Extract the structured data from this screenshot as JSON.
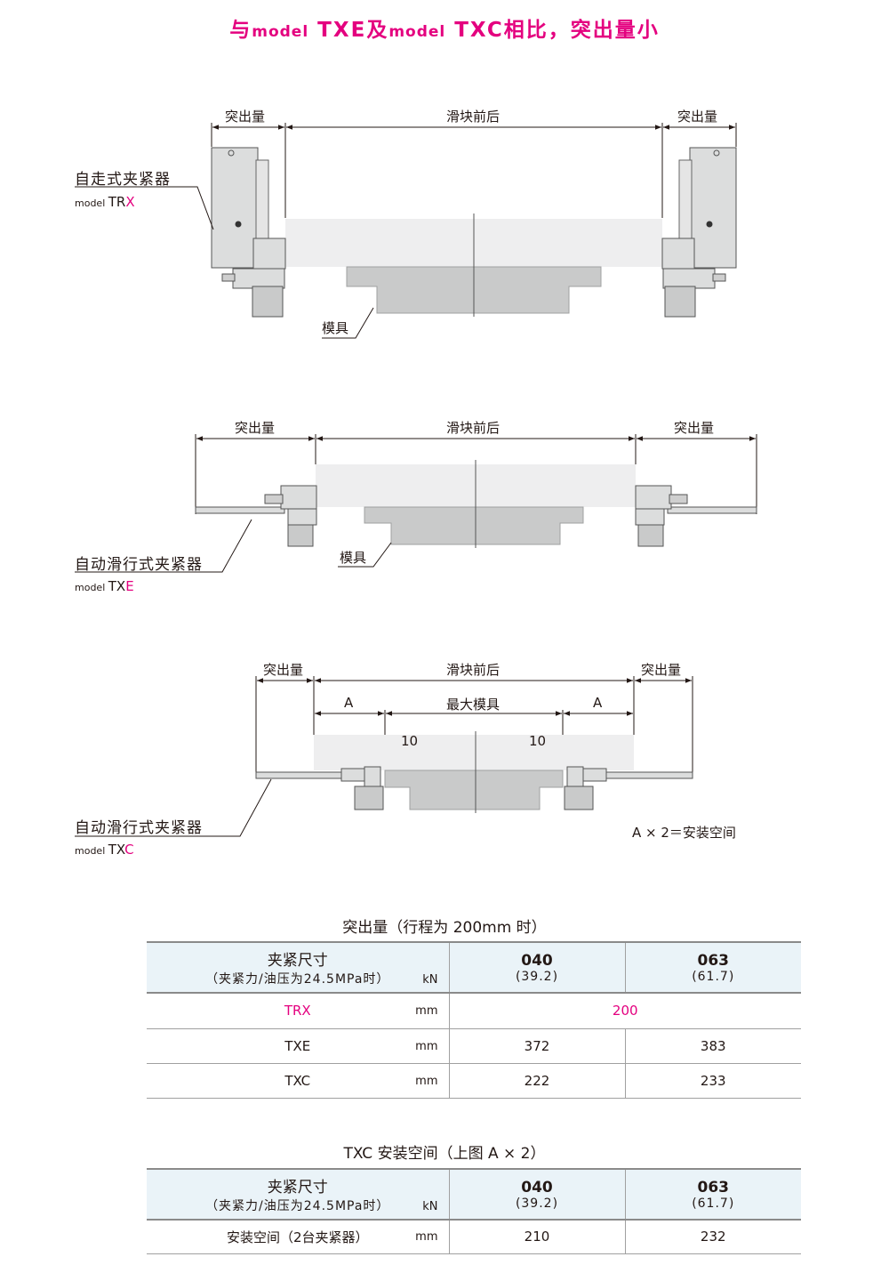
{
  "header": {
    "pre": "与",
    "m1": "model",
    "t1": " TXE",
    "mid": "及",
    "m2": "model",
    "t2": " TXC",
    "post": "相比，突出量小"
  },
  "labels": {
    "protrusion": "突出量",
    "slide": "滑块前后",
    "mold": "模具",
    "max_mold": "最大模具",
    "a": "A",
    "ten": "10",
    "note": "A × 2＝安装空间"
  },
  "clamps": [
    {
      "name": "自走式夹紧器",
      "model_prefix": "model ",
      "model_base": "TR",
      "model_suffix": "X"
    },
    {
      "name": "自动滑行式夹紧器",
      "model_prefix": "model ",
      "model_base": "TX",
      "model_suffix": "E"
    },
    {
      "name": "自动滑行式夹紧器",
      "model_prefix": "model ",
      "model_base": "TX",
      "model_suffix": "C"
    }
  ],
  "table1": {
    "title": "突出量（行程为 200mm 时）",
    "head_label": "夹紧尺寸",
    "head_sub": "（夹紧力/油压为24.5MPa时）",
    "head_unit": "kN",
    "sizes": [
      {
        "code": "040",
        "force": "(39.2)"
      },
      {
        "code": "063",
        "force": "(61.7)"
      }
    ],
    "rows": [
      {
        "name": "TRX",
        "unit": "mm",
        "merged": "200"
      },
      {
        "name": "TXE",
        "unit": "mm",
        "v1": "372",
        "v2": "383"
      },
      {
        "name": "TXC",
        "unit": "mm",
        "v1": "222",
        "v2": "233"
      }
    ]
  },
  "table2": {
    "title": "TXC 安装空间（上图 A × 2）",
    "head_label": "夹紧尺寸",
    "head_sub": "（夹紧力/油压为24.5MPa时）",
    "head_unit": "kN",
    "sizes": [
      {
        "code": "040",
        "force": "(39.2)"
      },
      {
        "code": "063",
        "force": "(61.7)"
      }
    ],
    "row": {
      "name": "安装空间（2台夹紧器）",
      "unit": "mm",
      "v1": "210",
      "v2": "232"
    }
  },
  "colors": {
    "accent": "#e4007f",
    "table_head": "#eaf3f8",
    "part_gray": "#dcdddd",
    "mold_gray": "#c9caca"
  }
}
